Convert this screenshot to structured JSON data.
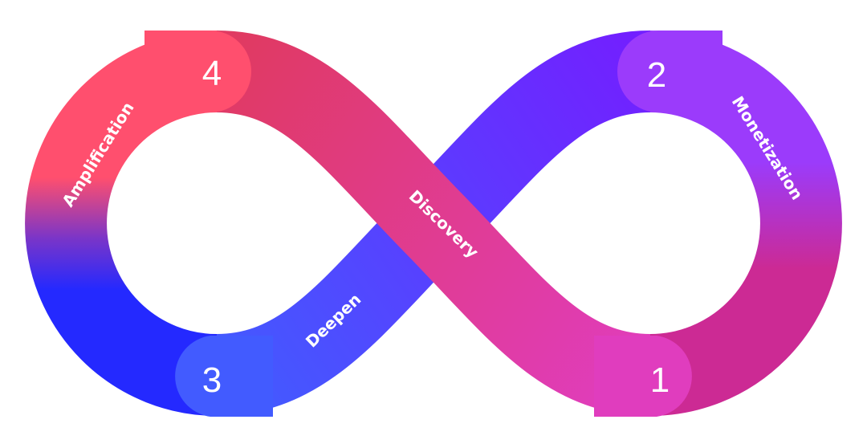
{
  "diagram": {
    "type": "infinity-loop",
    "stages": [
      {
        "number": "1",
        "label": "Discovery",
        "color": "#E03DBE"
      },
      {
        "number": "2",
        "label": "Monetization",
        "color": "#9B3BFB"
      },
      {
        "number": "3",
        "label": "Deepen",
        "color": "#425BFF"
      },
      {
        "number": "4",
        "label": "Amplification",
        "color": "#FF4F6E"
      }
    ],
    "colors": {
      "left_top": "#FF4F6E",
      "left_bottom": "#2429FF",
      "right_top": "#9B3BFB",
      "right_bottom": "#CC2A94",
      "diag_pink_start": "#E03A6C",
      "diag_pink_end": "#E03DBE",
      "diag_violet_start": "#7220FF",
      "diag_violet_end": "#425BFF"
    }
  }
}
